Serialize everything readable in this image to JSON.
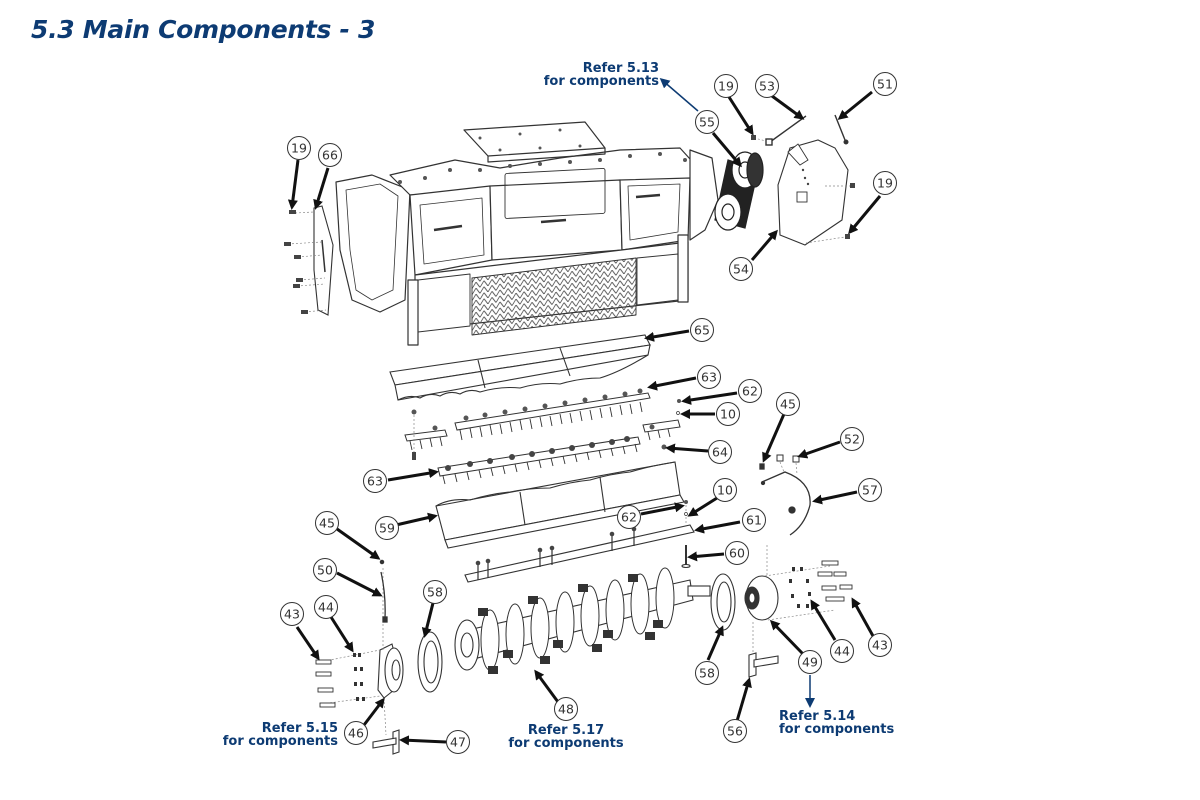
{
  "page": {
    "title": "5.3 Main Components - 3"
  },
  "colors": {
    "title": "#0d3b73",
    "reference_arrow": "#0d3b73",
    "callout_arrow": "#111111",
    "line_art": "#333333"
  },
  "reference_notes": [
    {
      "id": "ref-5-13",
      "line1": "Refer 5.13",
      "line2": "for components",
      "points_to": "55"
    },
    {
      "id": "ref-5-15",
      "line1": "Refer 5.15",
      "line2": "for components",
      "points_to": "46"
    },
    {
      "id": "ref-5-17",
      "line1": "Refer 5.17",
      "line2": "for components",
      "points_to": "48"
    },
    {
      "id": "ref-5-14",
      "line1": "Refer 5.14",
      "line2": "for components",
      "points_to": "49"
    }
  ],
  "callouts": [
    {
      "label": "19",
      "part": "bolt-side-cover-left"
    },
    {
      "label": "66",
      "part": "side-cover-left"
    },
    {
      "label": "55",
      "part": "belt-pulley-assembly"
    },
    {
      "label": "19",
      "part": "bolt-top-right"
    },
    {
      "label": "53",
      "part": "tension-rod"
    },
    {
      "label": "51",
      "part": "pin"
    },
    {
      "label": "19",
      "part": "bolt-side-cover-right"
    },
    {
      "label": "54",
      "part": "side-cover-right"
    },
    {
      "label": "65",
      "part": "upper-deflector"
    },
    {
      "label": "63",
      "part": "counter-blade-upper"
    },
    {
      "label": "62",
      "part": "nut-upper"
    },
    {
      "label": "10",
      "part": "washer-upper"
    },
    {
      "label": "64",
      "part": "bolt-counter-blade"
    },
    {
      "label": "63",
      "part": "counter-blade-lower"
    },
    {
      "label": "45",
      "part": "grease-nipple-right"
    },
    {
      "label": "52",
      "part": "nut-guard"
    },
    {
      "label": "57",
      "part": "grease-guard"
    },
    {
      "label": "10",
      "part": "washer-lower"
    },
    {
      "label": "62",
      "part": "nut-lower"
    },
    {
      "label": "61",
      "part": "skid-bar"
    },
    {
      "label": "59",
      "part": "lower-deflector"
    },
    {
      "label": "60",
      "part": "bolt-skid"
    },
    {
      "label": "45",
      "part": "grease-nipple-left"
    },
    {
      "label": "50",
      "part": "grease-hose"
    },
    {
      "label": "58",
      "part": "bearing-seal-left"
    },
    {
      "label": "43",
      "part": "bolts-left"
    },
    {
      "label": "44",
      "part": "washers-left"
    },
    {
      "label": "46",
      "part": "bearing-housing-left"
    },
    {
      "label": "47",
      "part": "bracket-left"
    },
    {
      "label": "48",
      "part": "rotor"
    },
    {
      "label": "58",
      "part": "bearing-seal-right"
    },
    {
      "label": "56",
      "part": "bracket-right"
    },
    {
      "label": "49",
      "part": "bearing-housing-right"
    },
    {
      "label": "44",
      "part": "washers-right"
    },
    {
      "label": "43",
      "part": "bolts-right"
    }
  ]
}
